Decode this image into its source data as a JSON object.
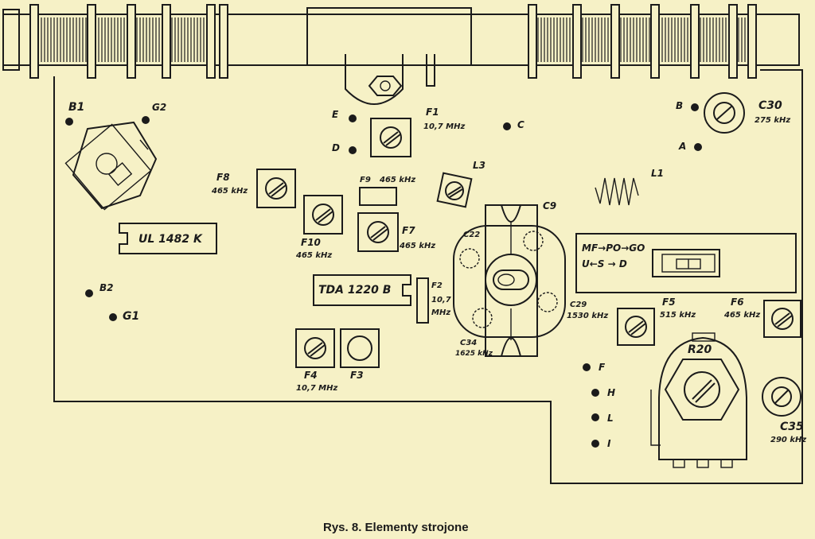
{
  "caption": "Rys. 8. Elementy strojone",
  "points": {
    "B1": "B1",
    "G2": "G2",
    "B2": "B2",
    "G1": "G1",
    "E": "E",
    "D": "D",
    "C": "C",
    "B": "B",
    "A": "A",
    "F": "F",
    "H": "H",
    "L": "L",
    "I": "I"
  },
  "components": {
    "F1": {
      "name": "F1",
      "value": "10,7 MHz"
    },
    "F8": {
      "name": "F8",
      "value": "465 kHz"
    },
    "F9": {
      "name": "F9",
      "value": "465 kHz"
    },
    "F10": {
      "name": "F10",
      "value": "465 kHz"
    },
    "F7": {
      "name": "F7",
      "value": "465 kHz"
    },
    "L3": {
      "name": "L3"
    },
    "L1": {
      "name": "L1"
    },
    "C9": {
      "name": "C9"
    },
    "C22": {
      "name": "C22"
    },
    "C30": {
      "name": "C30",
      "value": "275 kHz"
    },
    "C29": {
      "name": "C29",
      "value": "1530 kHz"
    },
    "C34": {
      "name": "C34",
      "value": "1625 kHz"
    },
    "F2": {
      "name": "F2",
      "value_top": "10,7",
      "value_bottom": "MHz"
    },
    "F4": {
      "name": "F4",
      "value": "10,7 MHz"
    },
    "F3": {
      "name": "F3"
    },
    "F5": {
      "name": "F5",
      "value": "515 kHz"
    },
    "F6": {
      "name": "F6",
      "value": "465 kHz"
    },
    "R20": {
      "name": "R20"
    },
    "C35": {
      "name": "C35",
      "value": "290 kHz"
    }
  },
  "chips": {
    "ul": "UL 1482 K",
    "tda": "TDA 1220 B"
  },
  "switch": {
    "row1": "MF→PO→GO",
    "row2": "U←S → D"
  }
}
